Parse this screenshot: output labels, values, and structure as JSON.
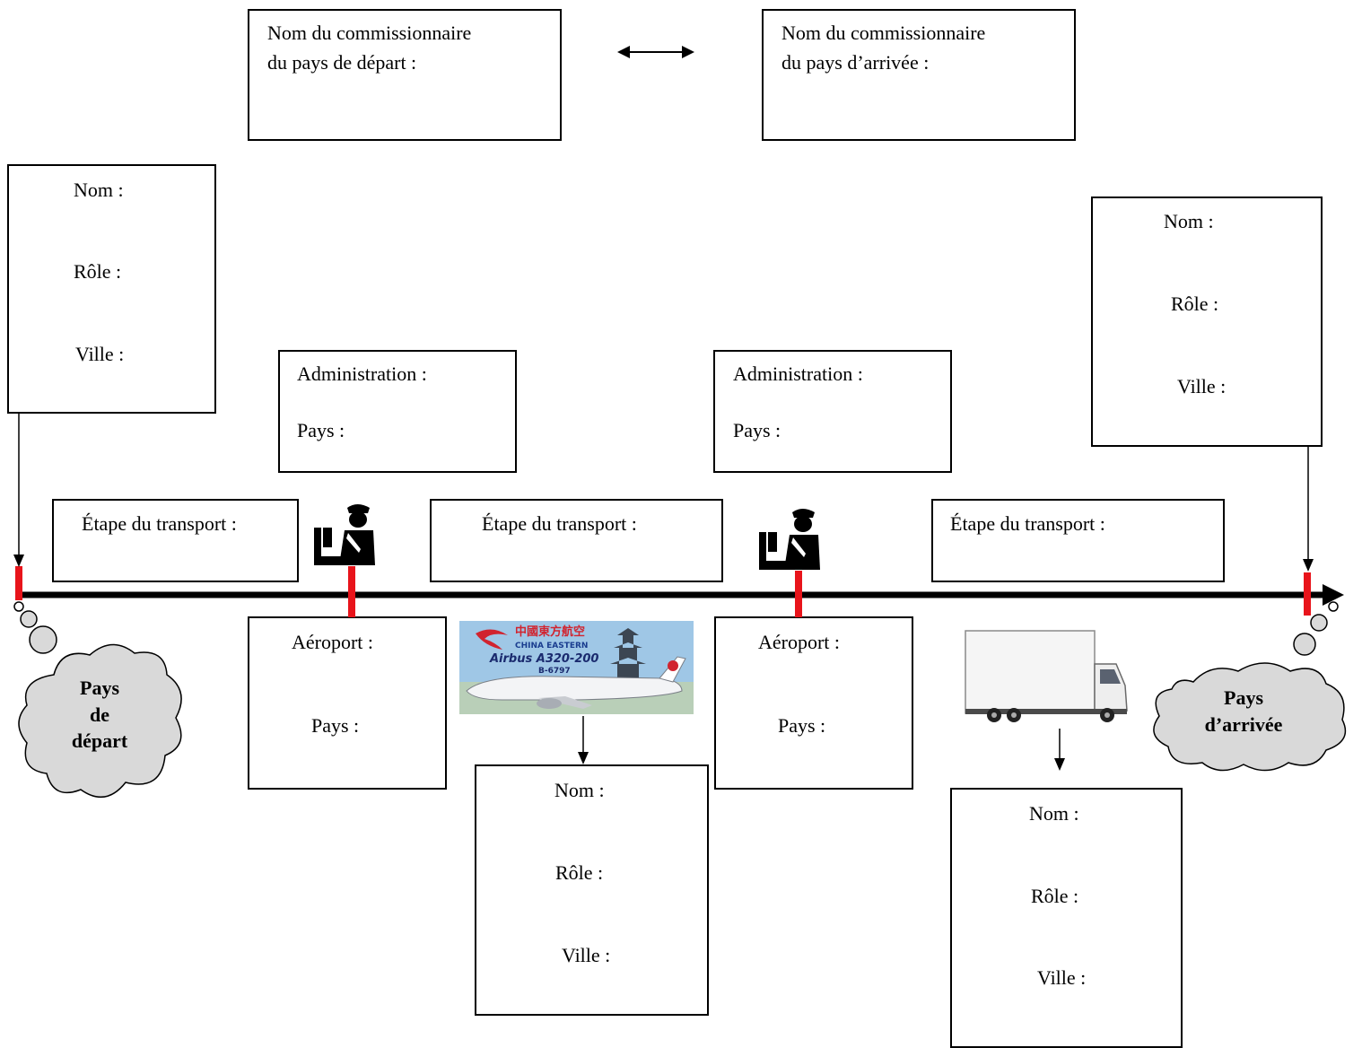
{
  "forwarders": {
    "departure_label_line1": "Nom du commissionnaire",
    "departure_label_line2": "du pays de départ :",
    "arrival_label_line1": "Nom du commissionnaire",
    "arrival_label_line2": "du pays d’arrivée :"
  },
  "sender": {
    "nom": "Nom :",
    "role": "Rôle :",
    "ville": "Ville :"
  },
  "receiver": {
    "nom": "Nom :",
    "role": "Rôle :",
    "ville": "Ville :"
  },
  "customs_departure": {
    "administration": "Administration :",
    "pays": "Pays :"
  },
  "customs_arrival": {
    "administration": "Administration :",
    "pays": "Pays :"
  },
  "stages": [
    {
      "label": "Étape du transport :"
    },
    {
      "label": "Étape du transport :"
    },
    {
      "label": "Étape du transport :"
    }
  ],
  "airports": [
    {
      "aeroport": "Aéroport :",
      "pays": "Pays :"
    },
    {
      "aeroport": "Aéroport :",
      "pays": "Pays :"
    }
  ],
  "air_carrier": {
    "nom": "Nom :",
    "role": "Rôle :",
    "ville": "Ville :"
  },
  "road_carrier": {
    "nom": "Nom :",
    "role": "Rôle :",
    "ville": "Ville :"
  },
  "clouds": {
    "departure_line1": "Pays",
    "departure_line2": "de",
    "departure_line3": "départ",
    "arrival_line1": "Pays",
    "arrival_line2": "d’arrivée"
  },
  "plane_image": {
    "brand_cn": "中國東方航空",
    "brand_en": "CHINA EASTERN",
    "model": "Airbus A320-200",
    "registration": "B-6797"
  },
  "icons": {
    "customs": "customs-officer-icon",
    "truck": "box-truck-image",
    "plane": "airplane-image"
  },
  "colors": {
    "timeline": "#000000",
    "milestone": "#e8141b",
    "cloud_fill": "#d9d9d9",
    "plane_bg": "#9fc7e6"
  }
}
